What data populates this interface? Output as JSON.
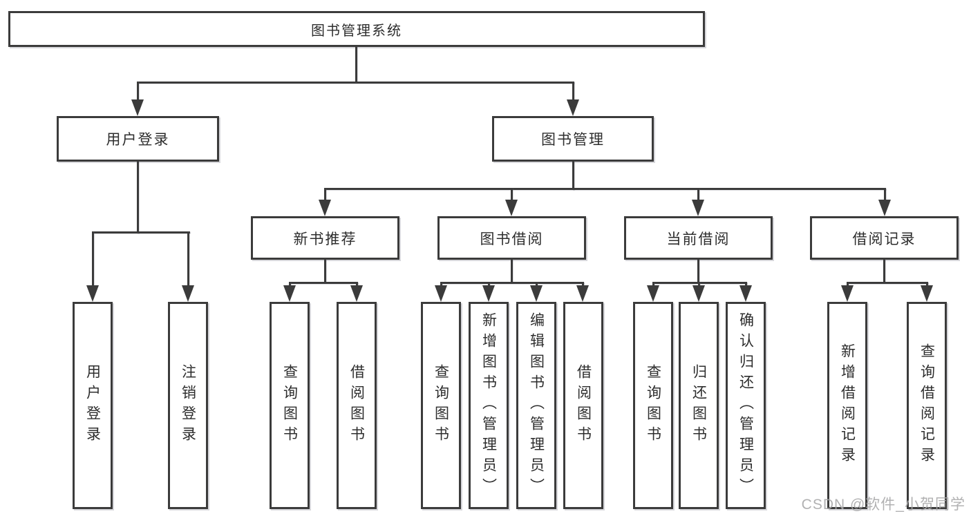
{
  "tree": {
    "root": {
      "label": "图书管理系统"
    },
    "branches": [
      {
        "label": "用户登录",
        "children": [
          {
            "label": "用户登录"
          },
          {
            "label": "注销登录"
          }
        ]
      },
      {
        "label": "图书管理",
        "children": [
          {
            "label": "新书推荐",
            "children": [
              {
                "label": "查询图书"
              },
              {
                "label": "借阅图书"
              }
            ]
          },
          {
            "label": "图书借阅",
            "children": [
              {
                "label": "查询图书"
              },
              {
                "label": "新增图书（管理员）"
              },
              {
                "label": "编辑图书（管理员）"
              },
              {
                "label": "借阅图书"
              }
            ]
          },
          {
            "label": "当前借阅",
            "children": [
              {
                "label": "查询图书"
              },
              {
                "label": "归还图书"
              },
              {
                "label": "确认归还（管理员）"
              }
            ]
          },
          {
            "label": "借阅记录",
            "children": [
              {
                "label": "新增借阅记录"
              },
              {
                "label": "查询借阅记录"
              }
            ]
          }
        ]
      }
    ]
  },
  "watermark": "CSDN @软件_小贺同学",
  "colors": {
    "line": "#3b3b3b",
    "text": "#2d2d2d",
    "watermark": "#a8a8aa",
    "background": "#ffffff"
  }
}
